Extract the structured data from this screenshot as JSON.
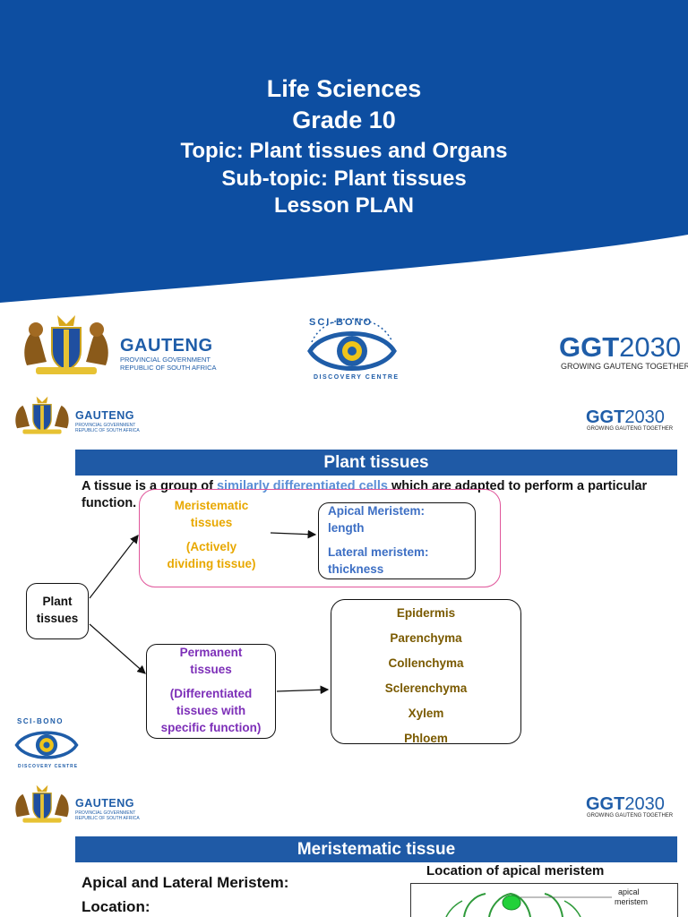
{
  "header": {
    "line1": "Life Sciences",
    "line2": "Grade 10",
    "line3": "Topic: Plant tissues and Organs",
    "line4": "Sub-topic: Plant tissues",
    "line5": "Lesson PLAN"
  },
  "logos": {
    "gauteng": "GAUTENG",
    "gauteng_sub1": "PROVINCIAL GOVERNMENT",
    "gauteng_sub2": "REPUBLIC OF SOUTH AFRICA",
    "scibono_top": "SCI-BONO",
    "scibono_bottom": "DISCOVERY CENTRE",
    "ggt_letters": "GGT",
    "ggt_year": "2030",
    "ggt_sub": "GROWING GAUTENG TOGETHER"
  },
  "slide2": {
    "heading": "Plant tissues",
    "intro_before": "A tissue is a group of ",
    "intro_highlight": "similarly differentiated cells",
    "intro_after": " which are adapted to perform a particular",
    "intro_line2": "function.",
    "root": [
      "Plant",
      "tissues"
    ],
    "meristematic": [
      "Meristematic",
      "tissues",
      "(Actively",
      "dividing tissue)"
    ],
    "meristem_types": [
      "Apical Meristem:",
      "length",
      "Lateral meristem:",
      "thickness"
    ],
    "permanent": [
      "Permanent",
      "tissues",
      "(Differentiated",
      "tissues with",
      "specific function)"
    ],
    "permanent_types": [
      "Epidermis",
      "Parenchyma",
      "Collenchyma",
      "Sclerenchyma",
      "Xylem",
      "Phloem"
    ]
  },
  "slide3": {
    "heading": "Meristematic tissue",
    "line1": "Apical and Lateral Meristem:",
    "line2": "Location:",
    "figure_title": "Location of apical meristem",
    "figure_label1": "apical",
    "figure_label2": "meristem"
  },
  "colors": {
    "banner": "#0d4ea1",
    "bar": "#1f5aa6",
    "meristematic_text": "#e8a800",
    "meristem_types_text": "#3d6fc4",
    "permanent_text": "#7d2fb8",
    "permanent_types_text": "#7a5a00",
    "highlight_box": "#e0559a",
    "intro_highlight": "#5b8fd6"
  }
}
